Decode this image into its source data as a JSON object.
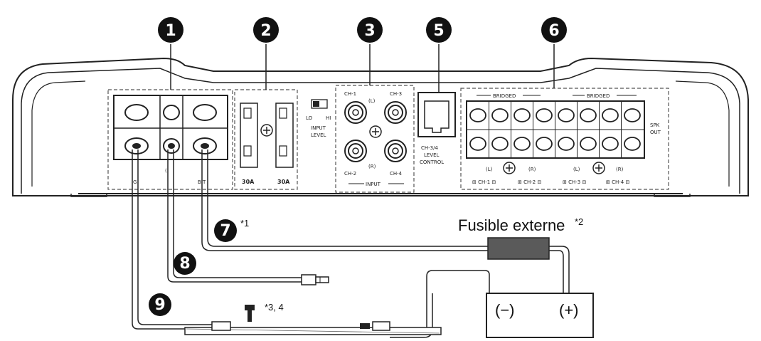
{
  "callouts": {
    "c1": "1",
    "c2": "2",
    "c3": "3",
    "c5": "5",
    "c6": "6",
    "c7": "7",
    "c8": "8",
    "c9": "9"
  },
  "footnotes": {
    "c7_note": "*1",
    "fuse_note": "*2",
    "ground_note": "*3, 4"
  },
  "fuse": {
    "label": "Fusible externe"
  },
  "battery": {
    "minus": "(−)",
    "plus": "(+)"
  },
  "power_terminal": {
    "label_left": "G",
    "label_mid": "(",
    "label_right": "B  T"
  },
  "fuses": {
    "rating_left": "30A",
    "rating_right": "30A"
  },
  "input_level": {
    "lo": "LO",
    "hi": "HI",
    "title_line1": "INPUT",
    "title_line2": "LEVEL"
  },
  "rca": {
    "ch1": "CH-1",
    "ch3": "CH-3",
    "ch2": "CH-2",
    "ch4": "CH-4",
    "l": "(L)",
    "r": "(R)",
    "input": "INPUT"
  },
  "level_control": {
    "line1": "CH-3/4",
    "line2": "LEVEL",
    "line3": "CONTROL"
  },
  "speaker": {
    "bridged1": "BRIDGED",
    "bridged2": "BRIDGED",
    "spk1": "SPK",
    "spk2": "OUT",
    "l1": "(L)",
    "r1": "(R)",
    "l2": "(L)",
    "r2": "(R)",
    "ch1": "⊞ CH-1 ⊟",
    "ch2": "⊞ CH-2 ⊟",
    "ch3": "⊞ CH-3 ⊟",
    "ch4": "⊞ CH-4 ⊟"
  },
  "colors": {
    "callout_bg": "#111111",
    "fuse_body": "#5a5a5a",
    "outline": "#222222"
  }
}
